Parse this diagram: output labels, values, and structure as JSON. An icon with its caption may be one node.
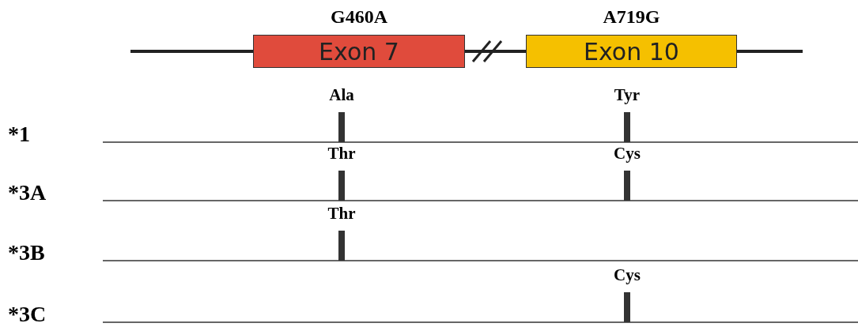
{
  "diagram": {
    "nodes": [
      {
        "text": [
          "Exon 7"
        ],
        "beside": [
          "G460A"
        ]
      },
      {
        "text": [
          "Exon 10"
        ],
        "beside": [
          "A719G"
        ]
      }
    ],
    "labels": [
      "Ala",
      "Tyr",
      "*1",
      "Thr",
      "Cys",
      "*3A",
      "Thr",
      "*3B",
      "Cys",
      "*3C"
    ]
  }
}
